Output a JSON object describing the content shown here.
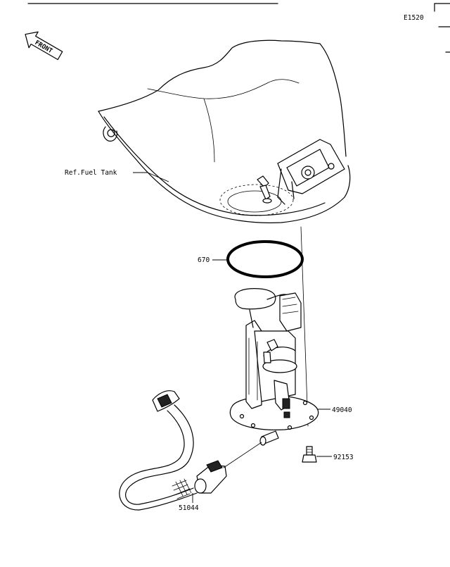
{
  "diagram_code": "E1520",
  "front_label": "FRONT",
  "callouts": {
    "fuel_tank": "Ref.Fuel Tank",
    "o_ring": "670",
    "fuel_pump": "49040",
    "bolt": "92153",
    "hose": "51044"
  }
}
